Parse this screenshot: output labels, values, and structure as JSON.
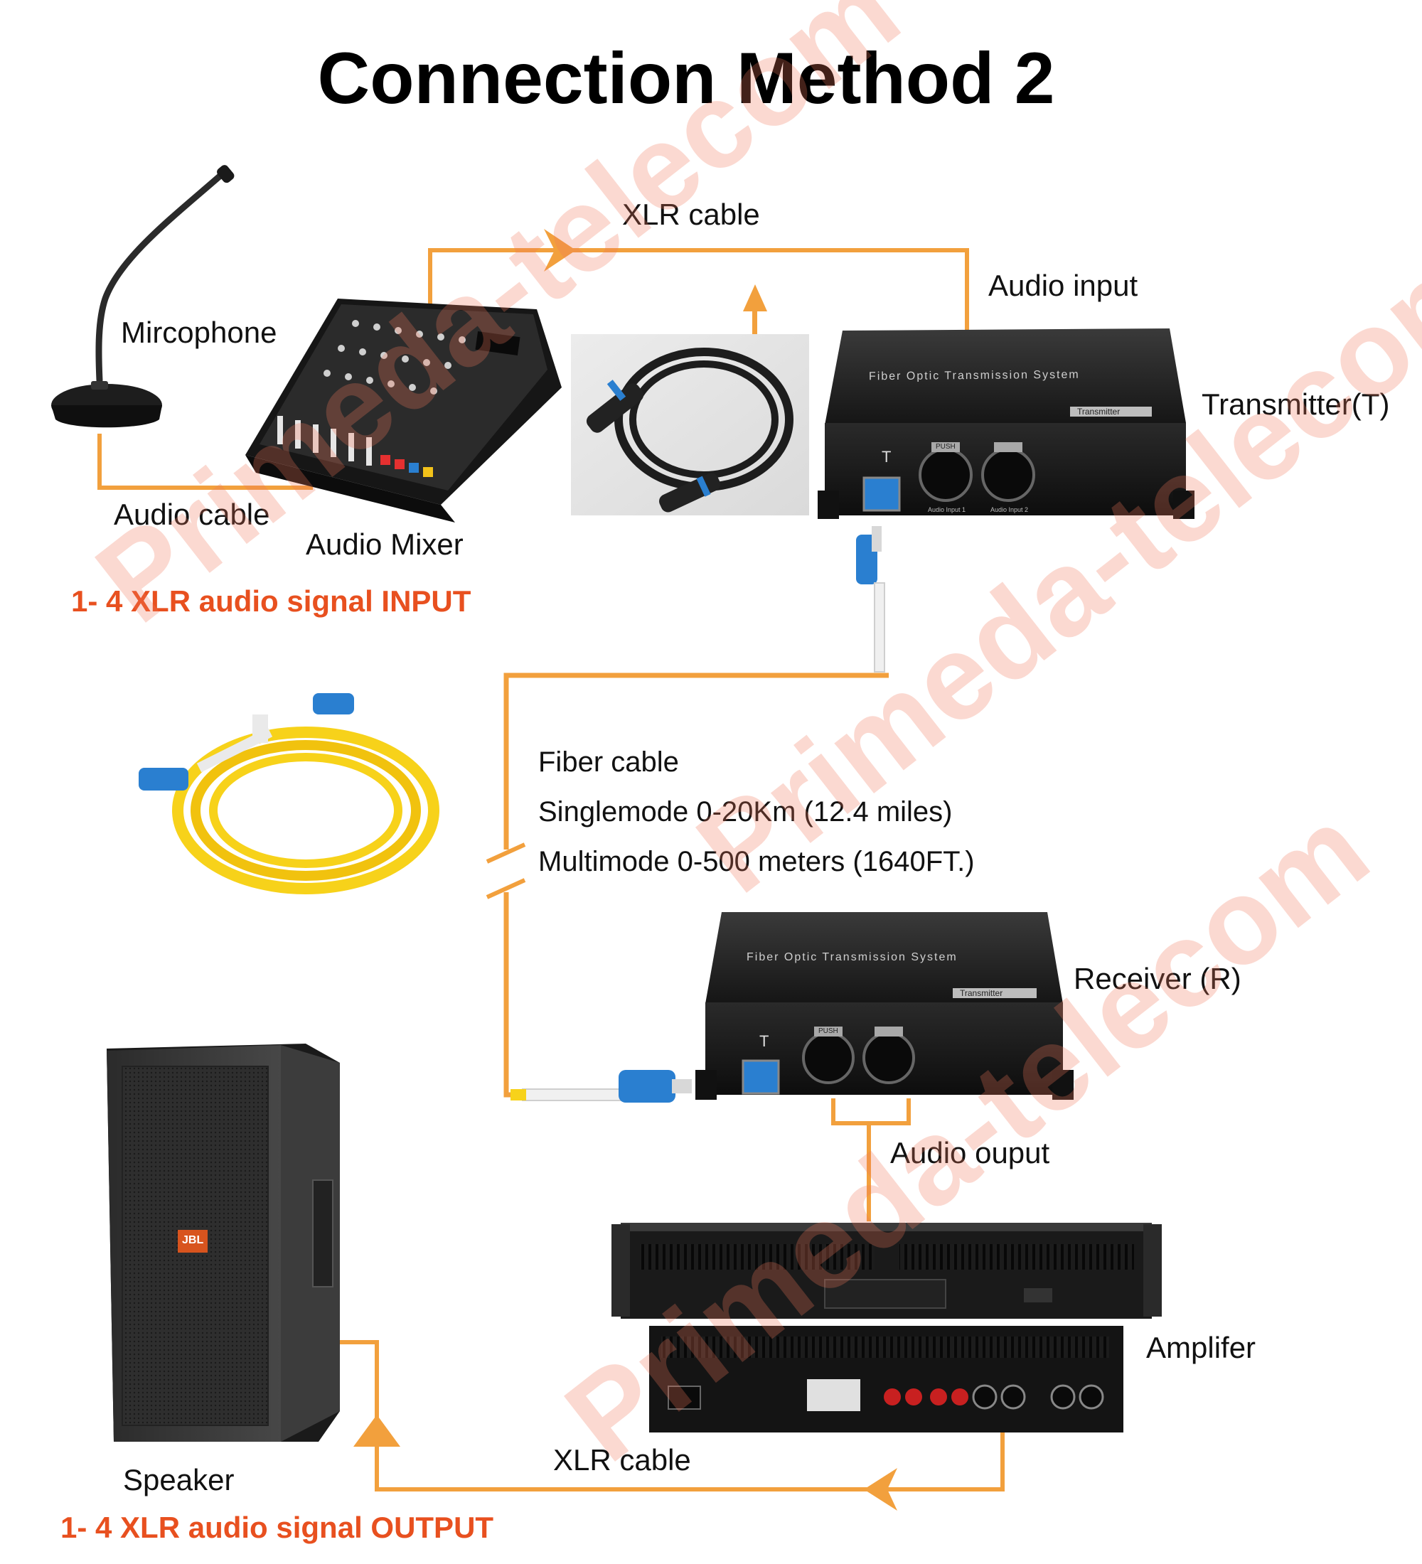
{
  "title": "Connection Method 2",
  "labels": {
    "microphone": "Mircophone",
    "audio_cable": "Audio cable",
    "audio_mixer": "Audio Mixer",
    "xlr_cable_top": "XLR cable",
    "audio_input": "Audio input",
    "transmitter": "Transmitter(T)",
    "input_caption": "1- 4 XLR audio signal INPUT",
    "fiber_cable": "Fiber cable",
    "singlemode": "Singlemode 0-20Km (12.4 miles)",
    "multimode": "Multimode 0-500 meters (1640FT.)",
    "receiver": "Receiver (R)",
    "audio_output": "Audio ouput",
    "amplifier": "Amplifer",
    "speaker": "Speaker",
    "xlr_cable_bottom": "XLR cable",
    "output_caption": "1- 4 XLR audio signal OUTPUT"
  },
  "device_text": {
    "system_name": "Fiber Optic Transmission System",
    "badge": "Transmitter",
    "port_letter": "T",
    "push": "PUSH",
    "port1": "Audio Input 1",
    "port2": "Audio Input 2",
    "speaker_brand": "JBL"
  },
  "watermark": "Primeda-telecom",
  "colors": {
    "cable": "#f2a03d",
    "caption_red": "#e8501f",
    "device_black": "#222222",
    "fiber_yellow": "#f7d21a",
    "connector_blue": "#2a7fd0"
  }
}
